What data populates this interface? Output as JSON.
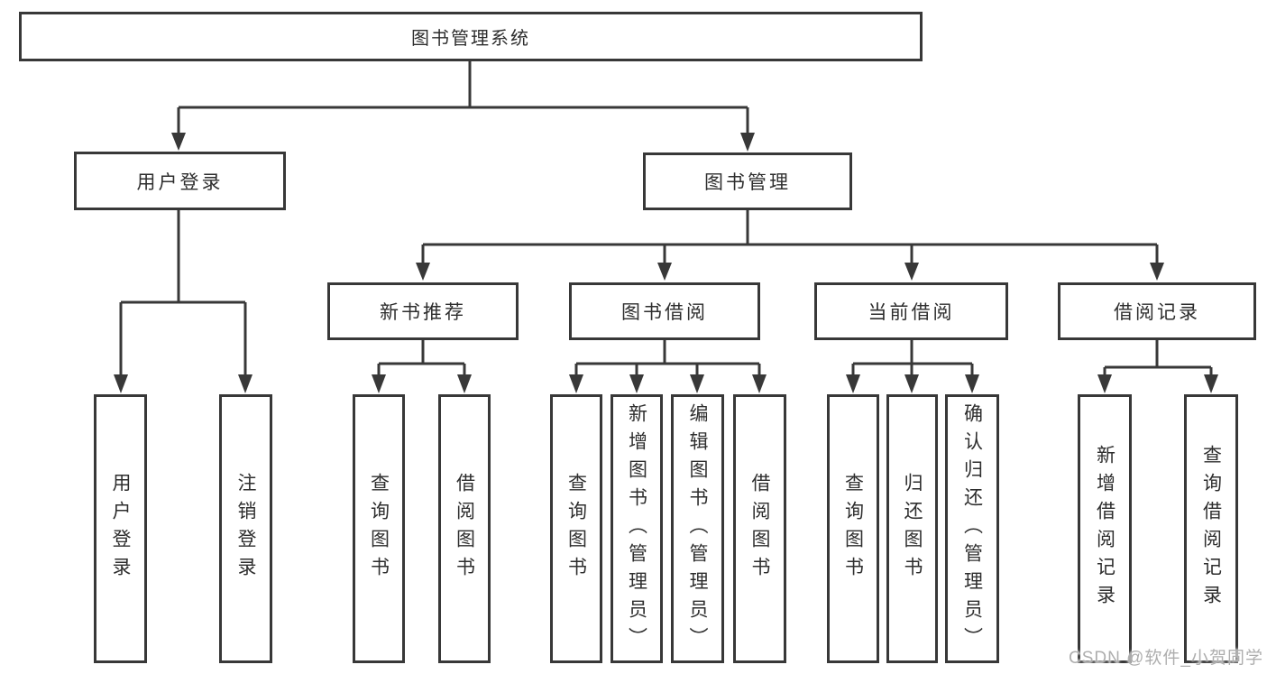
{
  "diagram": {
    "colors": {
      "line": "#383838",
      "box_border": "#383838",
      "text": "#2e2e2e",
      "background": "#ffffff",
      "watermark_text": "#aeaeae"
    },
    "watermark": "CSDN @软件_小贺同学",
    "tree": {
      "label": "图书管理系统",
      "children": [
        {
          "label": "用户登录",
          "children": [
            {
              "label": "用户登录"
            },
            {
              "label": "注销登录"
            }
          ]
        },
        {
          "label": "图书管理",
          "children": [
            {
              "label": "新书推荐",
              "children": [
                {
                  "label": "查询图书"
                },
                {
                  "label": "借阅图书"
                }
              ]
            },
            {
              "label": "图书借阅",
              "children": [
                {
                  "label": "查询图书"
                },
                {
                  "label": "新增图书（管理员）"
                },
                {
                  "label": "编辑图书（管理员）"
                },
                {
                  "label": "借阅图书"
                }
              ]
            },
            {
              "label": "当前借阅",
              "children": [
                {
                  "label": "查询图书"
                },
                {
                  "label": "归还图书"
                },
                {
                  "label": "确认归还（管理员）"
                }
              ]
            },
            {
              "label": "借阅记录",
              "children": [
                {
                  "label": "新增借阅记录"
                },
                {
                  "label": "查询借阅记录"
                }
              ]
            }
          ]
        }
      ]
    }
  }
}
